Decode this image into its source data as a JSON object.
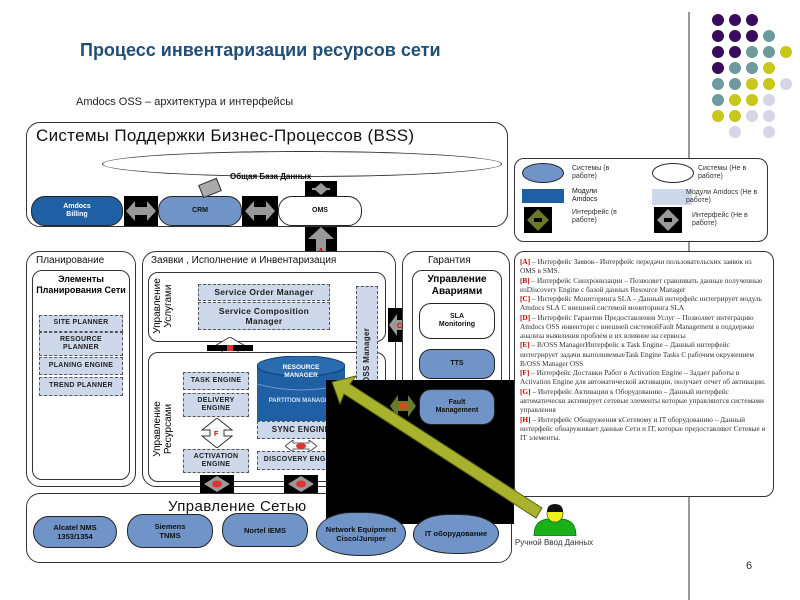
{
  "slide": {
    "title": "Процесс инвентаризации ресурсов сети",
    "subtitle": "Amdocs OSS –  архитектура и интерфейсы",
    "page_number": "6",
    "decor_colors": {
      "purple": "#3b0b5e",
      "teal": "#6e9c9c",
      "yellow": "#c8c81a",
      "lavender": "#d6d6e8"
    }
  },
  "bss": {
    "title": "Системы Поддержки Бизнес-Процессов (BSS)",
    "shared_db": "Общая База Данных",
    "systems": [
      "Amdocs Billing",
      "CRM",
      "OMS"
    ]
  },
  "legend": {
    "items": [
      {
        "label": "Системы (в работе)",
        "kind": "system-working"
      },
      {
        "label": "Системы (Не в работе)",
        "kind": "system-not-working"
      },
      {
        "label": "Модули Amdocs",
        "kind": "amdocs-module"
      },
      {
        "label": "Модули Amdocs (Не в работе)",
        "kind": "amdocs-module-not-working"
      },
      {
        "label": "Интерфейс (в работе)",
        "kind": "interface-working"
      },
      {
        "label": "Интерфейс (Не в работе)",
        "kind": "interface-not-working"
      }
    ]
  },
  "planning": {
    "title": "Планирование",
    "group_title": "Элементы Планирования Сети",
    "modules": [
      "SITE PLANNER",
      "RESOURCE PLANNER",
      "PLANING ENGINE",
      "TREND PLANNER"
    ]
  },
  "orders": {
    "title": "Заявки , Исполнение и Инвентаризация",
    "service_mgmt_label": "Управление Услугами",
    "service_modules": [
      "Service Order Manager",
      "Service Composition Manager"
    ],
    "resource_mgmt_label": "Управление Ресурсами",
    "resource_modules": [
      "TASK ENGINE",
      "DELIVERY ENGINE",
      "ACTIVATION ENGINE",
      "DISCOVERY ENGINE",
      "SYNC ENGINE"
    ],
    "resource_manager": "RESOURCE MANAGER",
    "partition_manager": "PARTITION MANAGER",
    "boss_manager": "B/OSS Manager"
  },
  "assurance": {
    "title": "Гарантия",
    "group_title": "Управление Авариями",
    "systems": [
      "SLA Monitoring",
      "TTS",
      "Fault Management"
    ]
  },
  "network": {
    "title": "Управление Сетью",
    "systems": [
      "Alcatel NMS 1353/1354",
      "Siemens TNMS",
      "Nortel IEMS"
    ],
    "clouds": [
      "Network Equipment Cisco/Juniper",
      "IT оборудование"
    ]
  },
  "manual_input": "Ручной Ввод Данных",
  "interface_tags": [
    "A",
    "B",
    "C",
    "D",
    "E",
    "F",
    "G",
    "H"
  ],
  "notes": [
    {
      "tag": "[A]",
      "text": " – Интерфейс Заявок– Интерфейс передачи пользовательских заявок из OMS в SMS."
    },
    {
      "tag": "[B]",
      "text": " – Интерфейс Синхронизации – Позволяет сравнивать данные полученные изDiscovery Engine с базой данных Resource Manager"
    },
    {
      "tag": "[C]",
      "text": " – Интерфейс Мониторинга SLA  – Данный интерфейс интегрирует модуль Amdocs SLA С внешней системой мониторинга  SLA"
    },
    {
      "tag": "[D]",
      "text": " – Интерфейс Гарантии Предоставления Услуг – Позволяет интеграцию Amdocs OSS инвентори с внешней системойFault Management в поддержке анализа выявления проблем и их влияние на сервисы"
    },
    {
      "tag": "[E]",
      "text": " – B/OSS ManagerИнтерфейс к Task Engine – Данный интерфейс интегрирует задачи выполняемыеTask Engine Tasks С рабочим окружением B/OSS Manager OSS"
    },
    {
      "tag": "[F]",
      "text": " – Интерфейс Доставки Работ в Activation Engine – Задает работы в Activation Engine для автоматической активации, получает отчет об активации."
    },
    {
      "tag": "[G]",
      "text": " – Интерфейс Активации к Оборудованию – Данный интерфейс автоматически активирует сетевые элементы которые управляются системами управления"
    },
    {
      "tag": "[H]",
      "text": " – Интерфейс Обнаружения кСетевому и IT оборудованию  – Данный интерфейс обнаруживает данные Сети и IT, которые предоставляют  Сетевые и IT элементы."
    }
  ]
}
